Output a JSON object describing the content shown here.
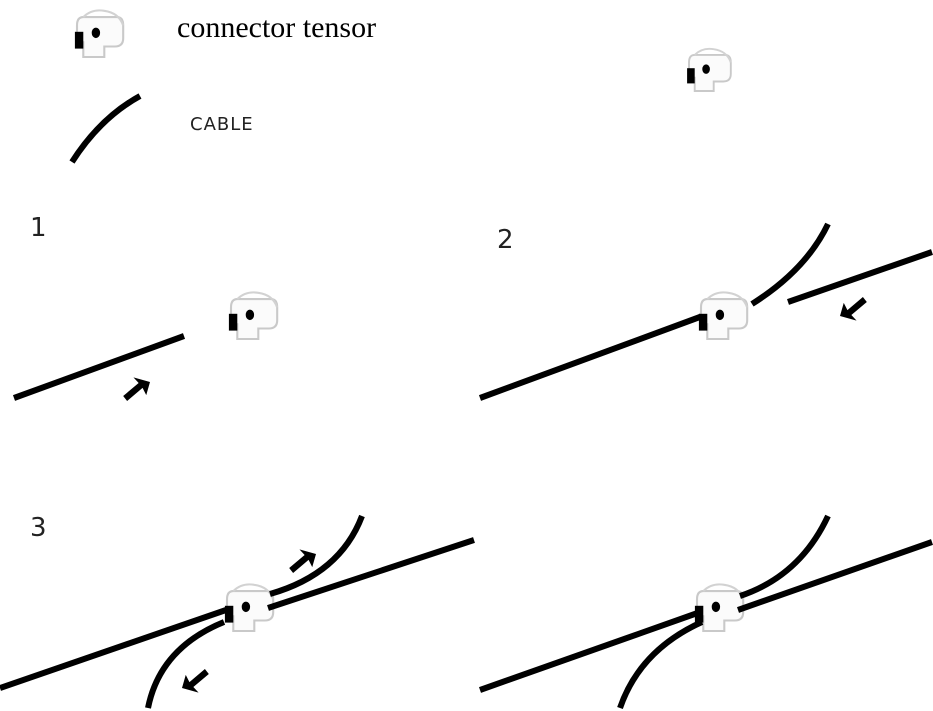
{
  "legend": {
    "connector_label": "connector tensor",
    "cable_label": "CABLE"
  },
  "steps": [
    {
      "number": "1"
    },
    {
      "number": "2"
    },
    {
      "number": "3"
    },
    {
      "number": ""
    }
  ],
  "colors": {
    "line": "#000000",
    "connector_outline": "#cfcfcf",
    "background": "#ffffff"
  },
  "icons": [
    "connector-icon",
    "cable-icon",
    "arrow-icon"
  ]
}
